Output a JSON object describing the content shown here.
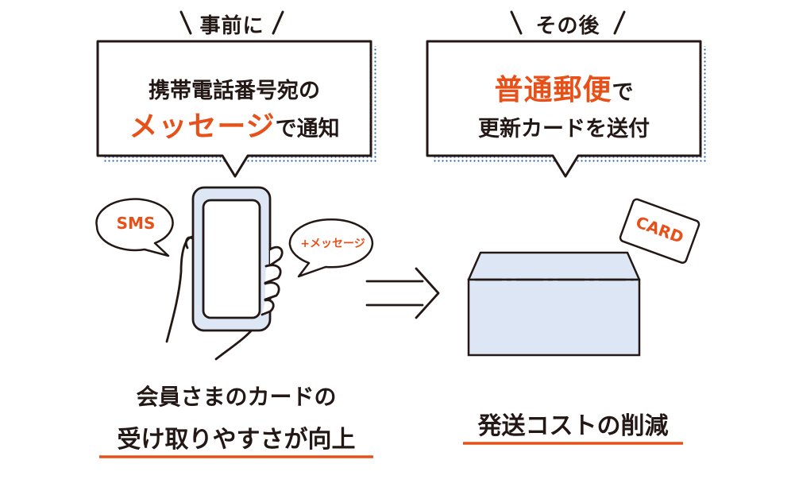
{
  "left": {
    "header": "事前に",
    "bubble_line1": "携帯電話番号宛の",
    "bubble_highlight": "メッセージ",
    "bubble_suffix": "で通知",
    "sms_label": "SMS",
    "plus_message_label": "+メッセージ",
    "caption_line1": "会員さまのカードの",
    "caption_line2": "受け取りやすさが向上"
  },
  "right": {
    "header": "その後",
    "bubble_highlight": "普通郵便",
    "bubble_suffix": "で",
    "bubble_line2": "更新カードを送付",
    "card_label": "CARD",
    "caption": "発送コストの削減"
  },
  "colors": {
    "accent": "#e8501a",
    "ink": "#231815",
    "dots": "#2b5fa8",
    "phone_fill": "#dce6f4",
    "envelope_fill": "#dce6f4"
  }
}
